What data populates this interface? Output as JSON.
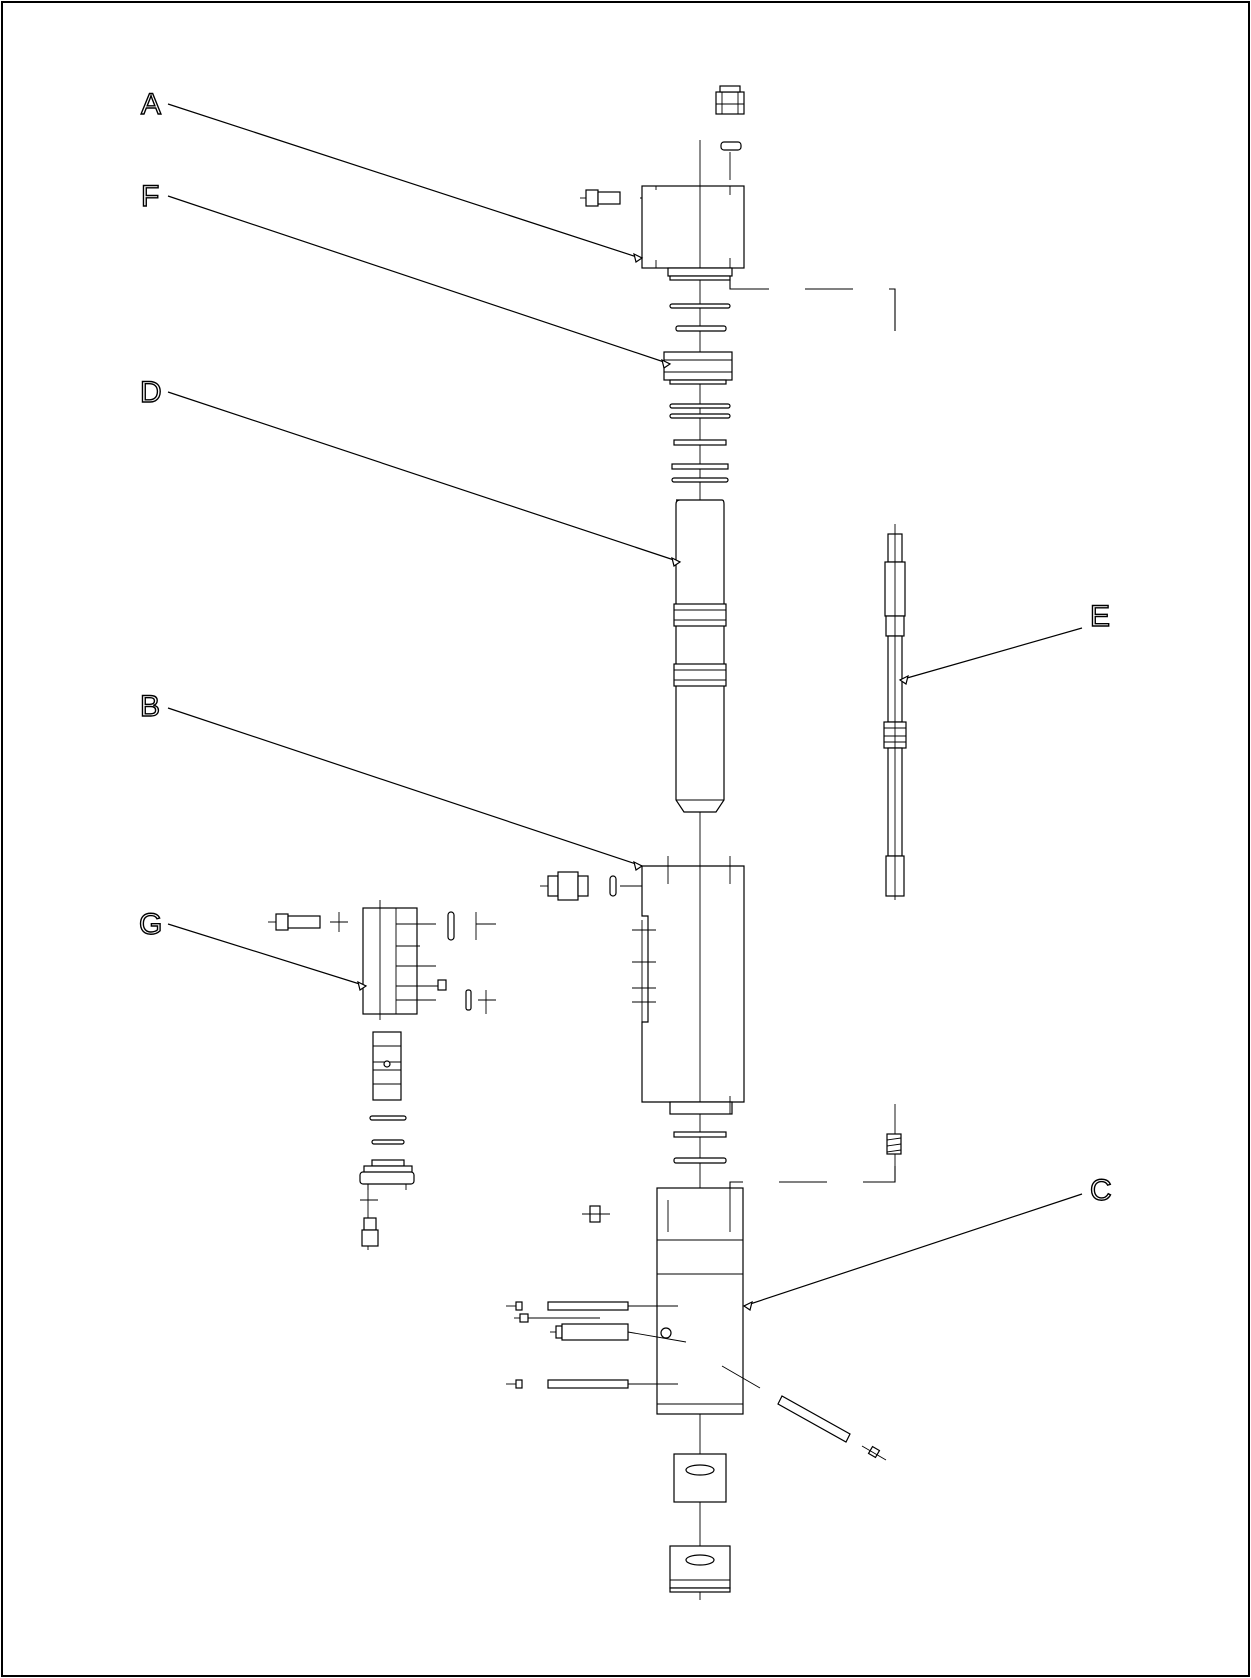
{
  "diagram": {
    "callouts": [
      {
        "id": "A",
        "label": "A"
      },
      {
        "id": "F",
        "label": "F"
      },
      {
        "id": "D",
        "label": "D"
      },
      {
        "id": "B",
        "label": "B"
      },
      {
        "id": "G",
        "label": "G"
      },
      {
        "id": "E",
        "label": "E"
      },
      {
        "id": "C",
        "label": "C"
      }
    ]
  }
}
